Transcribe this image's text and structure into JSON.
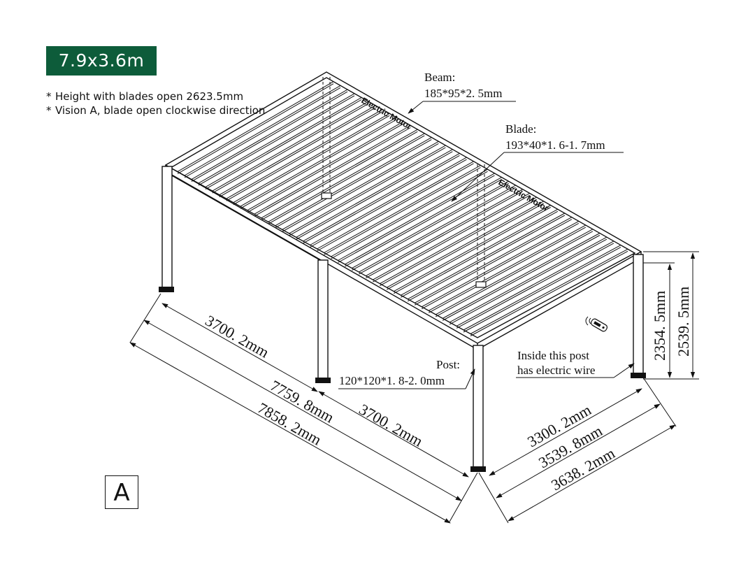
{
  "size_badge": "7.9x3.6m",
  "notes": [
    {
      "bullet": "*",
      "text": "Height with blades open 2623.5mm"
    },
    {
      "bullet": "*",
      "text": "Vision A, blade open clockwise direction"
    }
  ],
  "labels": {
    "beam_title": "Beam:",
    "beam_spec": "185*95*2. 5mm",
    "blade_title": "Blade:",
    "blade_spec": "193*40*1. 6-1. 7mm",
    "post_title": "Post:",
    "post_spec": "120*120*1. 8-2. 0mm",
    "electric_post_line1": "Inside this post",
    "electric_post_line2": "has electric wire",
    "motor_1": "Electric Motor",
    "motor_2": "Electric Motor"
  },
  "dimensions": {
    "length_section_left": "3700. 2mm",
    "length_section_right": "3700. 2mm",
    "length_inner": "7759. 8mm",
    "length_outer": "7858. 2mm",
    "width_inner": "3300. 2mm",
    "width_mid": "3539. 8mm",
    "width_outer": "3638. 2mm",
    "height_inner": "2354. 5mm",
    "height_outer": "2539. 5mm"
  },
  "vision_label": "A",
  "colors": {
    "badge_bg": "#0d5c3a",
    "line": "#111111"
  }
}
